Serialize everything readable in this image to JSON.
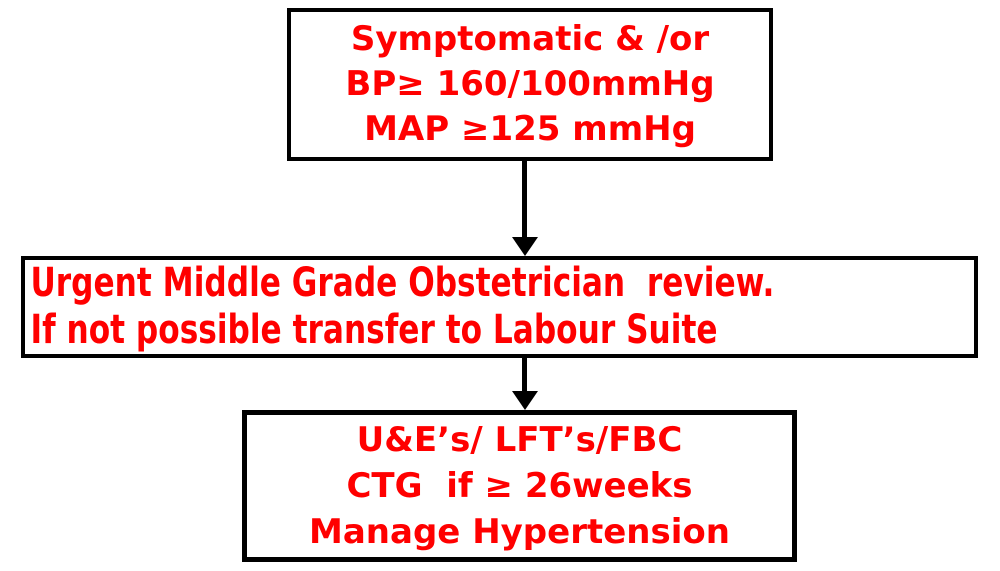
{
  "colors": {
    "text-red": "#FF0000",
    "line-black": "#000000",
    "bg": "#FFFFFF"
  },
  "flowchart": {
    "boxes": [
      {
        "name": "symptomatic-criteria",
        "lines": [
          "Symptomatic & /or",
          "BP≥ 160/100mmHg",
          "MAP ≥125 mmHg"
        ]
      },
      {
        "name": "urgent-obstetrician-review",
        "lines": [
          "Urgent Middle Grade Obstetrician  review.",
          "If not possible transfer to Labour Suite"
        ]
      },
      {
        "name": "investigations-management",
        "lines": [
          "U&E’s/ LFT’s/FBC",
          "CTG  if ≥ 26weeks",
          "Manage Hypertension"
        ]
      }
    ],
    "connectors": [
      {
        "name": "arrow-1",
        "type": "down-arrow"
      },
      {
        "name": "arrow-2",
        "type": "down-arrow"
      }
    ]
  }
}
